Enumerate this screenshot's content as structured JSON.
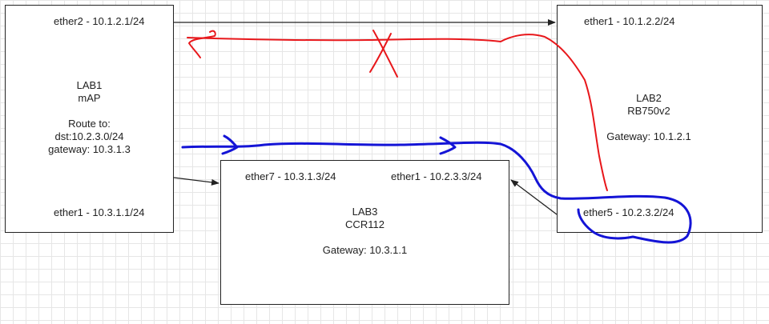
{
  "colors": {
    "red_path": "#e8171b",
    "blue_path": "#1414d6",
    "link": "#222222"
  },
  "lab1": {
    "port_top": "ether2 - 10.1.2.1/24",
    "name": "LAB1",
    "model": "mAP",
    "route_heading": "Route to:",
    "route_dst": "dst:10.2.3.0/24",
    "route_gateway": "gateway: 10.3.1.3",
    "port_bottom": "ether1 - 10.3.1.1/24"
  },
  "lab2": {
    "port_top": "ether1 - 10.1.2.2/24",
    "name": "LAB2",
    "model": "RB750v2",
    "gateway": "Gateway: 10.1.2.1",
    "port_bottom": "ether5 - 10.2.3.2/24"
  },
  "lab3": {
    "port_left": "ether7 - 10.3.1.3/24",
    "port_right": "ether1 - 10.2.3.3/24",
    "name": "LAB3",
    "model": "CCR112",
    "gateway": "Gateway: 10.3.1.1"
  }
}
